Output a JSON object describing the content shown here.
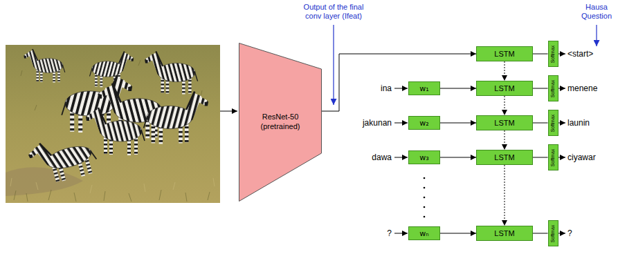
{
  "diagram": {
    "nodes": [
      {
        "text": [
          "ResNet-50 (pretrained)"
        ]
      },
      {
        "text": [
          "LSTM"
        ]
      },
      {
        "text": [
          "Softmax"
        ]
      },
      {
        "text": [
          "w₁"
        ]
      },
      {
        "text": [
          "LSTM"
        ]
      },
      {
        "text": [
          "Softmax"
        ]
      },
      {
        "text": [
          "w₂"
        ]
      },
      {
        "text": [
          "LSTM"
        ]
      },
      {
        "text": [
          "Softmax"
        ]
      },
      {
        "text": [
          "w₃"
        ]
      },
      {
        "text": [
          "LSTM"
        ]
      },
      {
        "text": [
          "Softmax"
        ]
      },
      {
        "text": [
          "wₙ"
        ]
      },
      {
        "text": [
          "LSTM"
        ]
      },
      {
        "text": [
          "Softmax"
        ]
      }
    ],
    "edges": [
      {
        "from": 0,
        "to": 1,
        "arrow": "to"
      },
      {
        "from": 1,
        "to": 2,
        "arrow": "none"
      },
      {
        "from": 3,
        "to": 4,
        "arrow": "to"
      },
      {
        "from": 4,
        "to": 5,
        "arrow": "none"
      },
      {
        "from": 6,
        "to": 7,
        "arrow": "to"
      },
      {
        "from": 7,
        "to": 8,
        "arrow": "none"
      },
      {
        "from": 9,
        "to": 10,
        "arrow": "to"
      },
      {
        "from": 10,
        "to": 11,
        "arrow": "none"
      },
      {
        "from": 12,
        "to": 13,
        "arrow": "to"
      },
      {
        "from": 13,
        "to": 14,
        "arrow": "none"
      },
      {
        "from": 1,
        "to": 4,
        "arrow": "to"
      },
      {
        "from": 4,
        "to": 7,
        "arrow": "to"
      },
      {
        "from": 7,
        "to": 10,
        "arrow": "to"
      },
      {
        "from": 10,
        "to": 13,
        "arrow": "to"
      }
    ],
    "labels": [
      "Output of the final conv layer (Ifeat)",
      "Hausa Question",
      "ina",
      "jakunan",
      "dawa",
      "?",
      "<start>",
      "menene",
      "launin",
      "ciyawar",
      "?"
    ]
  }
}
